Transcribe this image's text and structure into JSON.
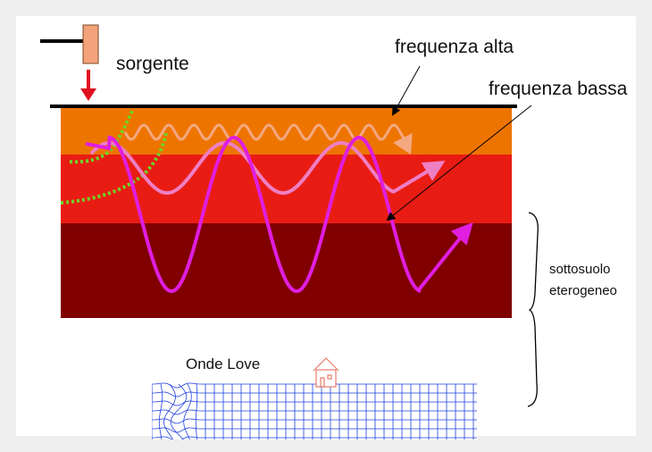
{
  "labels": {
    "source": "sorgente",
    "high_frequency": "frequenza alta",
    "low_frequency": "frequenza bassa",
    "subsoil_line1": "sottosuolo",
    "subsoil_line2": "eterogeneo",
    "love_waves": "Onde Love"
  },
  "colors": {
    "layer_top": "#ee7400",
    "layer_middle": "#e91c14",
    "layer_bottom": "#800000",
    "wave_high": "#f4a880",
    "wave_mid": "#ef7fc4",
    "wave_low": "#e01ee0",
    "wavefront": "#6cd628",
    "source_arrow": "#e01020",
    "hammer": "#f4a27a",
    "grid": "#2040e0",
    "house": "#e87a6a"
  },
  "icons": [
    "hammer-icon",
    "house-icon"
  ]
}
